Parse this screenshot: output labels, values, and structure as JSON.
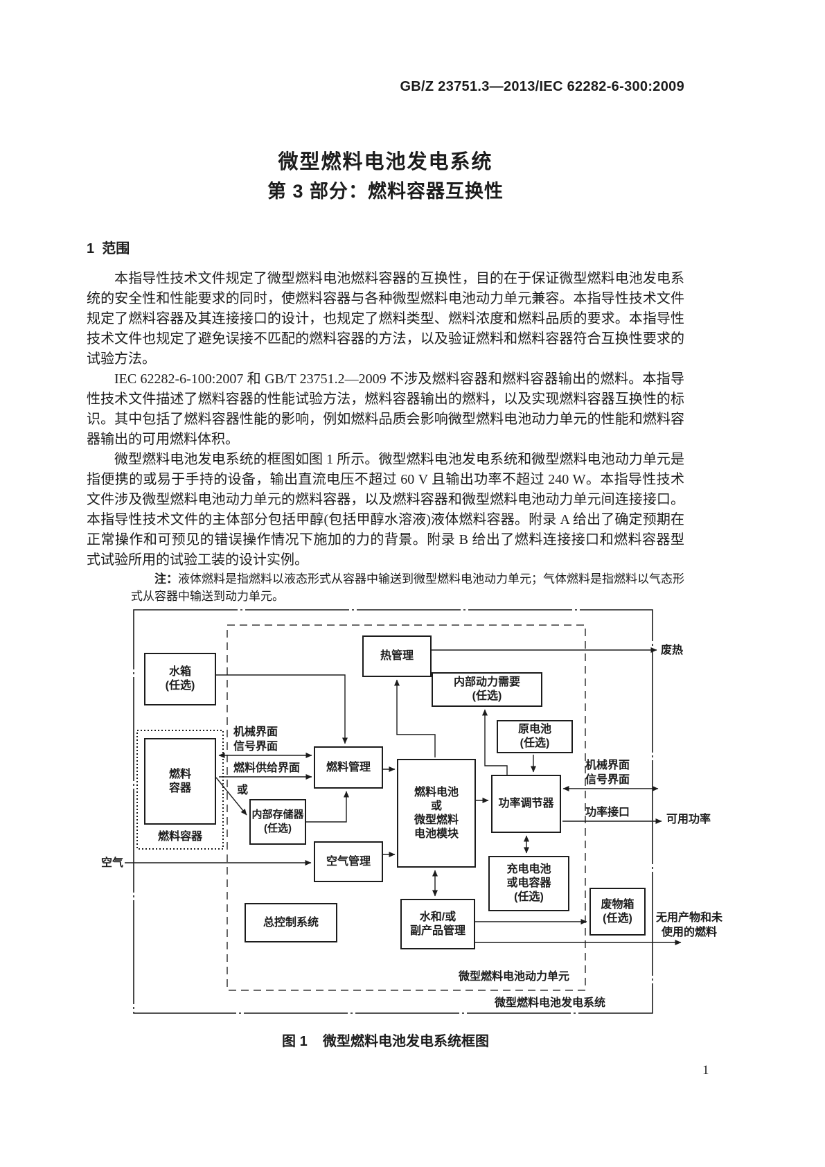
{
  "header": {
    "doc_number": "GB/Z 23751.3—2013/IEC 62282-6-300:2009"
  },
  "title": {
    "line1": "微型燃料电池发电系统",
    "line2": "第 3 部分：燃料容器互换性"
  },
  "section": {
    "heading": "1  范围"
  },
  "paragraphs": {
    "p1": "本指导性技术文件规定了微型燃料电池燃料容器的互换性，目的在于保证微型燃料电池发电系统的安全性和性能要求的同时，使燃料容器与各种微型燃料电池动力单元兼容。本指导性技术文件规定了燃料容器及其连接接口的设计，也规定了燃料类型、燃料浓度和燃料品质的要求。本指导性技术文件也规定了避免误接不匹配的燃料容器的方法，以及验证燃料和燃料容器符合互换性要求的试验方法。",
    "p2": "IEC 62282-6-100:2007 和 GB/T 23751.2—2009 不涉及燃料容器和燃料容器输出的燃料。本指导性技术文件描述了燃料容器的性能试验方法，燃料容器输出的燃料，以及实现燃料容器互换性的标识。其中包括了燃料容器性能的影响，例如燃料品质会影响微型燃料电池动力单元的性能和燃料容器输出的可用燃料体积。",
    "p3": "微型燃料电池发电系统的框图如图 1 所示。微型燃料电池发电系统和微型燃料电池动力单元是指便携的或易于手持的设备，输出直流电压不超过 60 V 且输出功率不超过 240 W。本指导性技术文件涉及微型燃料电池动力单元的燃料容器，以及燃料容器和微型燃料电池动力单元间连接接口。本指导性技术文件的主体部分包括甲醇(包括甲醇水溶液)液体燃料容器。附录 A 给出了确定预期在正常操作和可预见的错误操作情况下施加的力的背景。附录 B 给出了燃料连接接口和燃料容器型式试验所用的试验工装的设计实例。"
  },
  "note": {
    "label": "注：",
    "text": "液体燃料是指燃料以液态形式从容器中输送到微型燃料电池动力单元；气体燃料是指燃料以气态形式从容器中输送到动力单元。"
  },
  "figure": {
    "boxes": {
      "water_tank": "水箱\n(任选)",
      "fuel_container": "燃料\n容器",
      "fuel_container_group": "燃料容器",
      "fuel_mgmt": "燃料管理",
      "internal_storage": "内部存储器\n(任选)",
      "air_mgmt": "空气管理",
      "master_control": "总控制系统",
      "thermal_mgmt": "热管理",
      "internal_power": "内部动力需要\n(任选)",
      "primary_battery": "原电池\n(任选)",
      "fuel_cell": "燃料电池\n或\n微型燃料\n电池模块",
      "power_conditioner": "功率调节器",
      "rechargeable_battery": "充电电池\n或电容器\n(任选)",
      "water_byproduct": "水和/或\n副产品管理",
      "waste_box": "废物箱\n(任选)"
    },
    "labels": {
      "mech_signal_left": "机械界面\n信号界面",
      "fuel_supply": "燃料供给界面",
      "or": "或",
      "air": "空气",
      "waste_heat": "废热",
      "mech_signal_right": "机械界面\n信号界面",
      "power_interface": "功率接口",
      "usable_power": "可用功率",
      "unused_output": "无用产物和未\n使用的燃料",
      "unit": "微型燃料电池动力单元",
      "system": "微型燃料电池发电系统"
    },
    "caption": "图 1    微型燃料电池发电系统框图"
  },
  "page_number": "1"
}
